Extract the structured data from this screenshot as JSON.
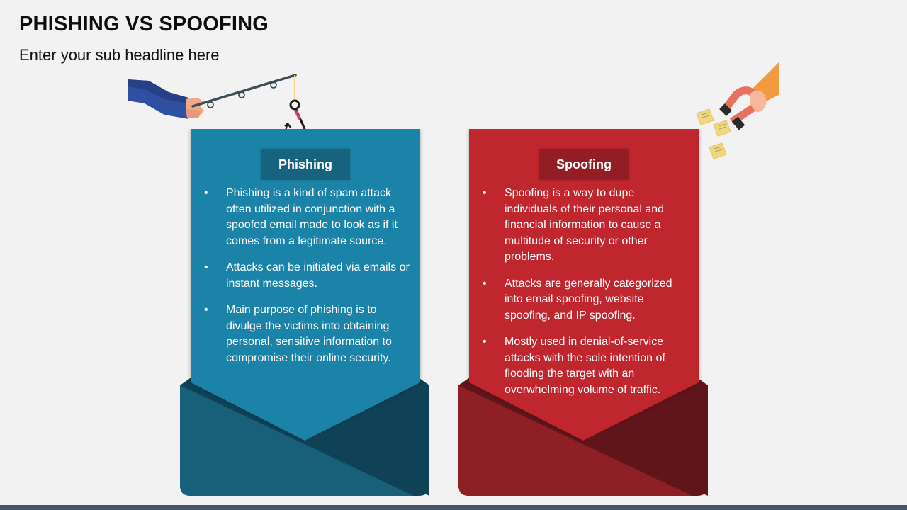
{
  "slide": {
    "title": "PHISHING VS SPOOFING",
    "subtitle": "Enter your sub headline here"
  },
  "colors": {
    "background": "#f2f2f2",
    "footer_bar": "#44556a",
    "phishing_letter": "#1d83a8",
    "phishing_badge": "#17637f",
    "phishing_flap_left": "#185f7a",
    "phishing_flap_right": "#0f4157",
    "spoofing_letter": "#c0272f",
    "spoofing_badge": "#921d24",
    "spoofing_flap_left": "#8d1f25",
    "spoofing_flap_right": "#5f151a"
  },
  "illustrations": {
    "left": "fishing-rod-hook-icon",
    "right": "magnet-attracting-emails-icon"
  },
  "cards": [
    {
      "heading": "Phishing",
      "bullet_glyph": "•",
      "bullets": [
        "Phishing is a kind of spam attack often utilized in conjunction with a spoofed email made to look as if it comes from a legitimate source.",
        "Attacks can be initiated  via emails or instant messages.",
        "Main purpose of phishing is to divulge the victims into obtaining personal, sensitive information to compromise their online security."
      ]
    },
    {
      "heading": "Spoofing",
      "bullet_glyph": "•",
      "bullets": [
        "Spoofing is a way to dupe individuals of their personal and financial information to cause a multitude of security or other problems.",
        "Attacks are generally categorized into email spoofing, website spoofing, and IP spoofing.",
        "Mostly used in denial-of-service attacks with the sole intention of flooding the target with an overwhelming volume of traffic."
      ]
    }
  ]
}
